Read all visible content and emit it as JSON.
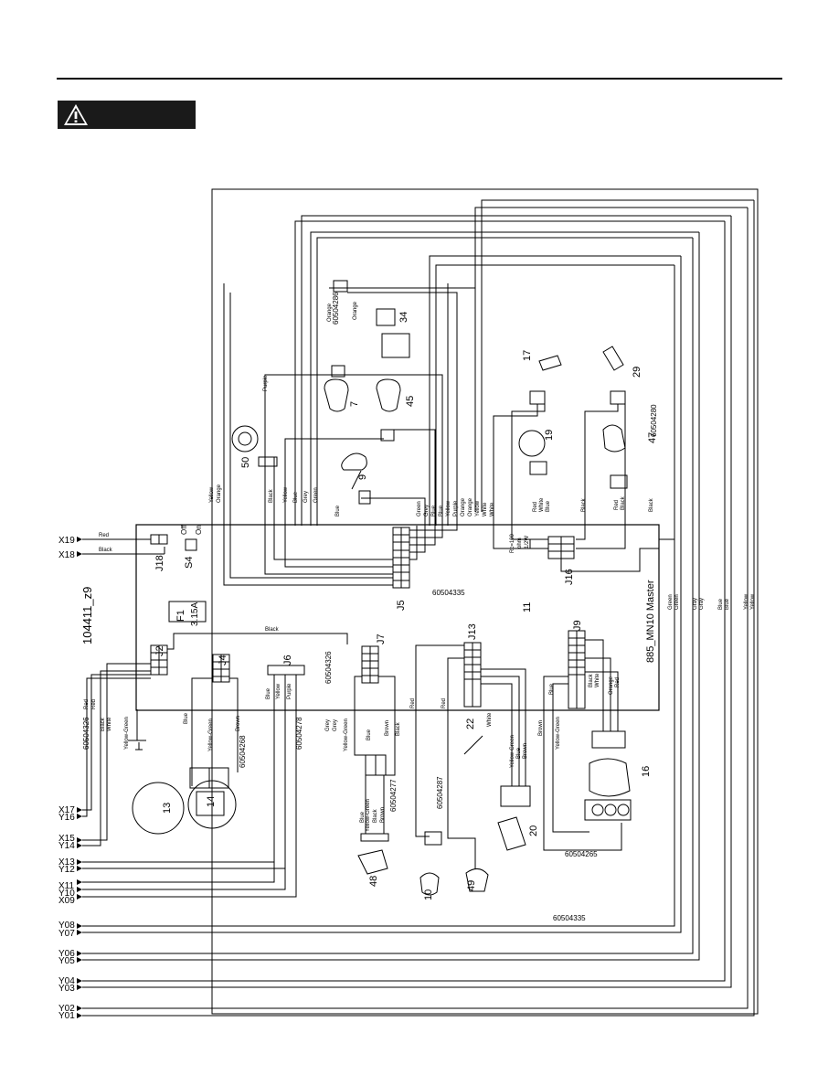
{
  "document": {
    "warning_icon": "warning-triangle-icon",
    "drawing_id": "104411_z9",
    "board_name": "885_MN10 Master",
    "fuse": {
      "id": "F1",
      "rating": "3.15A"
    },
    "switch": {
      "id": "S4",
      "off": "Off",
      "on": "On"
    }
  },
  "terminals": {
    "left": [
      "X19",
      "X18",
      "X17",
      "Y16",
      "X15",
      "Y14",
      "X13",
      "Y12",
      "X11",
      "Y10",
      "X09",
      "Y08",
      "Y07",
      "Y06",
      "Y05",
      "Y04",
      "Y03",
      "Y02",
      "Y01"
    ]
  },
  "connectors": {
    "J2": "J2",
    "J4": "J4",
    "J5": "J5",
    "J6": "J6",
    "J7": "J7",
    "J9": "J9",
    "J13": "J13",
    "J16": "J16",
    "J18": "J18"
  },
  "part_numbers": {
    "p60504335_top": "60504335",
    "p60504335_bottom": "60504335",
    "p60504286": "60504286",
    "p60504280": "60504280",
    "p60504326_a": "60504326",
    "p60504326_b": "60504326",
    "p60504268": "60504268",
    "p60504278": "60504278",
    "p60504277": "60504277",
    "p60504287": "60504287",
    "p60504265": "60504265"
  },
  "components": [
    "7",
    "9",
    "10",
    "11",
    "13",
    "14",
    "16",
    "17",
    "19",
    "20",
    "22",
    "29",
    "34",
    "45",
    "47",
    "48",
    "49",
    "50"
  ],
  "wire_labels": {
    "red": "Red",
    "black": "Black",
    "white": "White",
    "blue": "Blue",
    "yellow": "Yellow",
    "green": "Green",
    "grey": "Grey",
    "gray": "Gray",
    "orange": "Orange",
    "purple": "Purple",
    "brown": "Brown",
    "yellow_green": "Yellow-Green"
  },
  "resistor": {
    "value": "Rc=100",
    "unit": "ohm",
    "power": "1/2W"
  },
  "colors": {
    "line": "#000000",
    "warning_bg": "#1a1a1a",
    "warning_symbol": "#ffffff"
  }
}
